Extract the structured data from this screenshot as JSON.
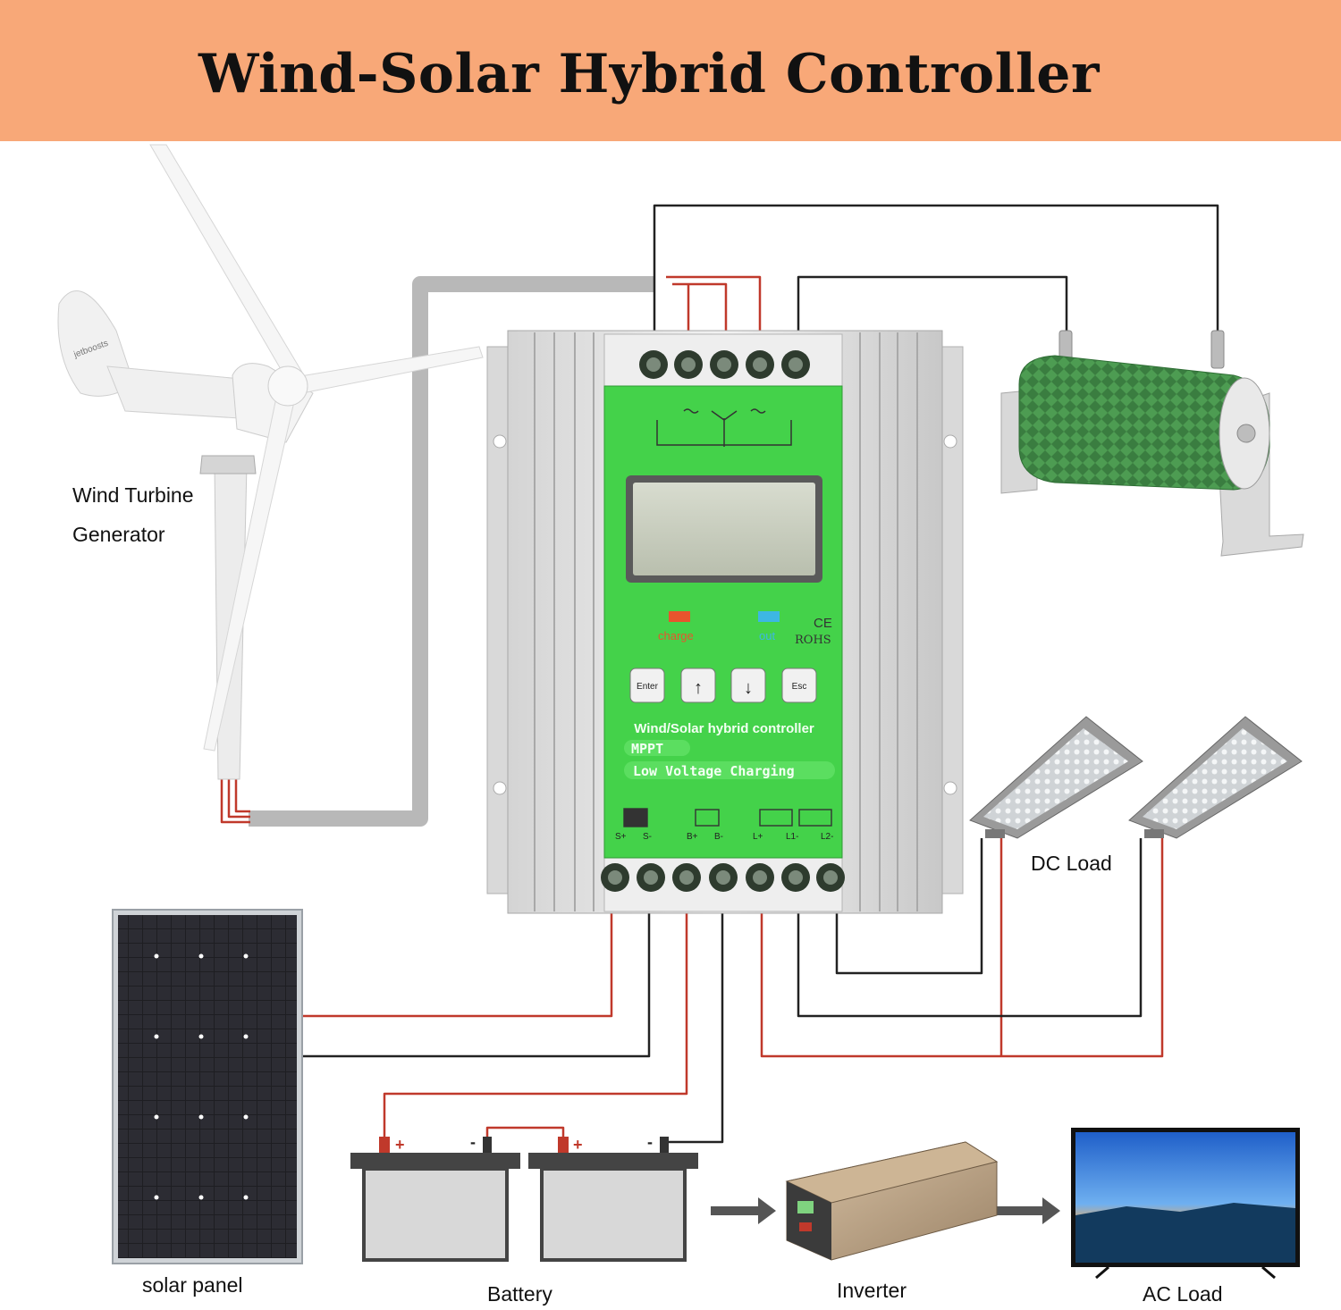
{
  "title": "Wind-Solar Hybrid Controller",
  "components": {
    "wind_turbine": {
      "line1": "Wind Turbine",
      "line2": "Generator"
    },
    "solar_panel": "solar panel",
    "battery": "Battery",
    "inverter": "Inverter",
    "ac_load": "AC Load",
    "dc_load": "DC Load"
  },
  "controller": {
    "product_name": "Wind/Solar  hybrid  controller",
    "feature_1": "MPPT",
    "feature_2": "Low Voltage Charging",
    "indicators": {
      "charge": "charge",
      "out": "out",
      "ce": "CE",
      "rohs": "ROHS"
    },
    "buttons": {
      "enter": "Enter",
      "up": "↑",
      "down": "↓",
      "esc": "Esc"
    },
    "terminals": {
      "s_plus": "S+",
      "s_minus": "S-",
      "b_plus": "B+",
      "b_minus": "B-",
      "l_plus": "L+",
      "l1": "L1-",
      "l2": "L2-"
    }
  },
  "battery_marks": {
    "plus": "+",
    "minus": "-"
  },
  "colors": {
    "banner": "#f8a878",
    "controller_green": "#44d24a",
    "wire_red": "#c0392b",
    "wire_black": "#222222",
    "resistor_green": "#3f9a4a"
  }
}
